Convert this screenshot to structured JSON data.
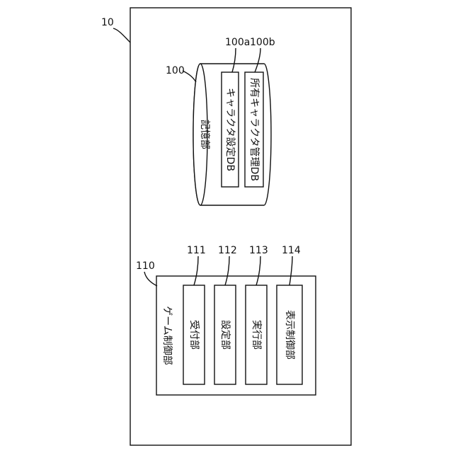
{
  "system": {
    "ref": "10"
  },
  "storage": {
    "ref": "100",
    "label": "記憶部",
    "databases": [
      {
        "ref": "100a",
        "label": "キャラクタ設定DB"
      },
      {
        "ref": "100b",
        "label": "所有キャラクタ管理DB"
      }
    ]
  },
  "game_control": {
    "ref": "110",
    "label": "ゲーム制御部",
    "units": [
      {
        "ref": "111",
        "label": "受付部"
      },
      {
        "ref": "112",
        "label": "設定部"
      },
      {
        "ref": "113",
        "label": "実行部"
      },
      {
        "ref": "114",
        "label": "表示制御部"
      }
    ]
  }
}
